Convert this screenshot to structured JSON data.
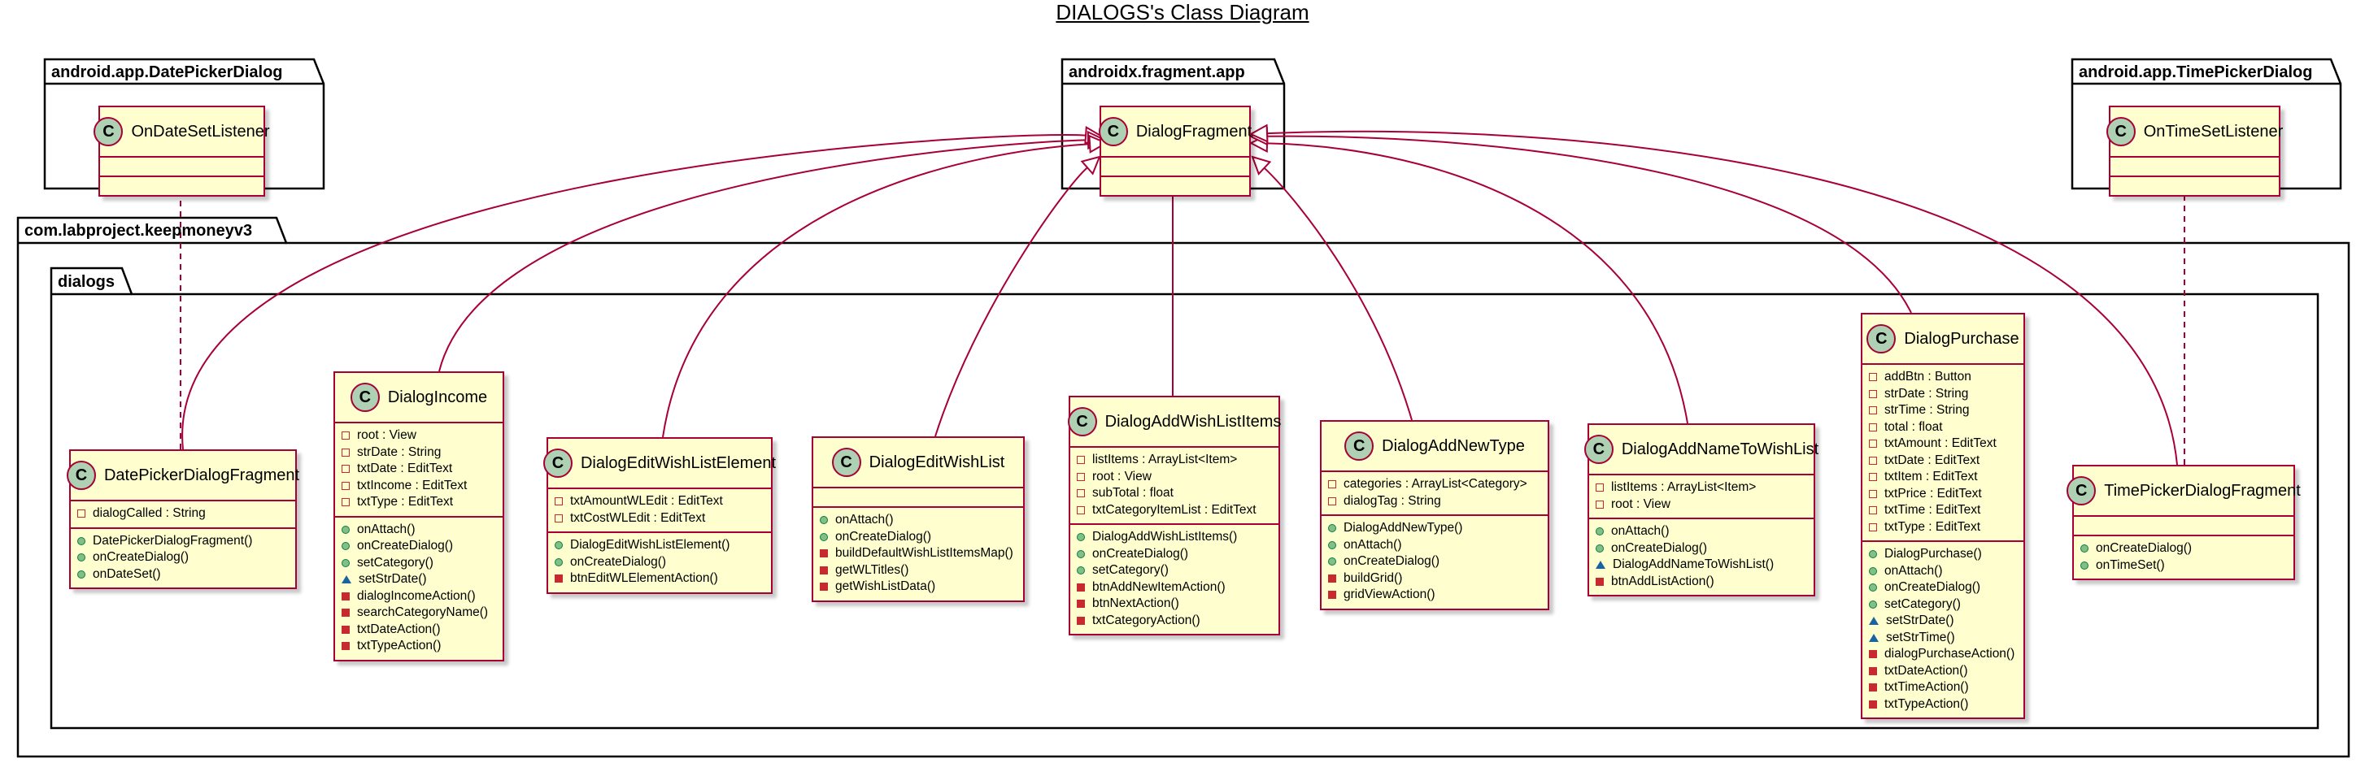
{
  "title": "DIALOGS's Class Diagram",
  "colors": {
    "class_fill": "#FEFECE",
    "class_border": "#A80036",
    "badge_fill": "#ADD1B2"
  },
  "packages": {
    "datepicker": "android.app.DatePickerDialog",
    "fragment": "androidx.fragment.app",
    "timepicker": "android.app.TimePickerDialog",
    "keepmoney": "com.labproject.keepmoneyv3",
    "dialogs": "dialogs"
  },
  "classes": [
    {
      "id": "OnDateSetListener",
      "badge": "C",
      "name": "OnDateSetListener",
      "fields": [],
      "methods": []
    },
    {
      "id": "DialogFragment",
      "badge": "C",
      "name": "DialogFragment",
      "fields": [],
      "methods": []
    },
    {
      "id": "OnTimeSetListener",
      "badge": "C",
      "name": "OnTimeSetListener",
      "fields": [],
      "methods": []
    },
    {
      "id": "DatePickerDialogFragment",
      "badge": "C",
      "name": "DatePickerDialogFragment",
      "fields": [
        {
          "vis": "private",
          "text": "dialogCalled : String"
        }
      ],
      "methods": [
        {
          "vis": "public-m",
          "text": "DatePickerDialogFragment()"
        },
        {
          "vis": "public-m",
          "text": "onCreateDialog()"
        },
        {
          "vis": "public-m",
          "text": "onDateSet()"
        }
      ]
    },
    {
      "id": "DialogIncome",
      "badge": "C",
      "name": "DialogIncome",
      "fields": [
        {
          "vis": "private",
          "text": "root : View"
        },
        {
          "vis": "private",
          "text": "strDate : String"
        },
        {
          "vis": "private",
          "text": "txtDate : EditText"
        },
        {
          "vis": "private",
          "text": "txtIncome : EditText"
        },
        {
          "vis": "private",
          "text": "txtType : EditText"
        }
      ],
      "methods": [
        {
          "vis": "public-m",
          "text": "onAttach()"
        },
        {
          "vis": "public-m",
          "text": "onCreateDialog()"
        },
        {
          "vis": "public-m",
          "text": "setCategory()"
        },
        {
          "vis": "package-m",
          "text": "setStrDate()"
        },
        {
          "vis": "private-m",
          "text": "dialogIncomeAction()"
        },
        {
          "vis": "private-m",
          "text": "searchCategoryName()"
        },
        {
          "vis": "private-m",
          "text": "txtDateAction()"
        },
        {
          "vis": "private-m",
          "text": "txtTypeAction()"
        }
      ]
    },
    {
      "id": "DialogEditWishListElement",
      "badge": "C",
      "name": "DialogEditWishListElement",
      "fields": [
        {
          "vis": "private",
          "text": "txtAmountWLEdit : EditText"
        },
        {
          "vis": "private",
          "text": "txtCostWLEdit : EditText"
        }
      ],
      "methods": [
        {
          "vis": "public-m",
          "text": "DialogEditWishListElement()"
        },
        {
          "vis": "public-m",
          "text": "onCreateDialog()"
        },
        {
          "vis": "private-m",
          "text": "btnEditWLElementAction()"
        }
      ]
    },
    {
      "id": "DialogEditWishList",
      "badge": "C",
      "name": "DialogEditWishList",
      "fields": [],
      "methods": [
        {
          "vis": "public-m",
          "text": "onAttach()"
        },
        {
          "vis": "public-m",
          "text": "onCreateDialog()"
        },
        {
          "vis": "private-m",
          "text": "buildDefaultWishListItemsMap()"
        },
        {
          "vis": "private-m",
          "text": "getWLTitles()"
        },
        {
          "vis": "private-m",
          "text": "getWishListData()"
        }
      ]
    },
    {
      "id": "DialogAddWishListItems",
      "badge": "C",
      "name": "DialogAddWishListItems",
      "fields": [
        {
          "vis": "private",
          "text": "listItems : ArrayList<Item>"
        },
        {
          "vis": "private",
          "text": "root : View"
        },
        {
          "vis": "private",
          "text": "subTotal : float"
        },
        {
          "vis": "private",
          "text": "txtCategoryItemList : EditText"
        }
      ],
      "methods": [
        {
          "vis": "public-m",
          "text": "DialogAddWishListItems()"
        },
        {
          "vis": "public-m",
          "text": "onCreateDialog()"
        },
        {
          "vis": "public-m",
          "text": "setCategory()"
        },
        {
          "vis": "private-m",
          "text": "btnAddNewItemAction()"
        },
        {
          "vis": "private-m",
          "text": "btnNextAction()"
        },
        {
          "vis": "private-m",
          "text": "txtCategoryAction()"
        }
      ]
    },
    {
      "id": "DialogAddNewType",
      "badge": "C",
      "name": "DialogAddNewType",
      "fields": [
        {
          "vis": "private",
          "text": "categories : ArrayList<Category>"
        },
        {
          "vis": "private",
          "text": "dialogTag : String"
        }
      ],
      "methods": [
        {
          "vis": "public-m",
          "text": "DialogAddNewType()"
        },
        {
          "vis": "public-m",
          "text": "onAttach()"
        },
        {
          "vis": "public-m",
          "text": "onCreateDialog()"
        },
        {
          "vis": "private-m",
          "text": "buildGrid()"
        },
        {
          "vis": "private-m",
          "text": "gridViewAction()"
        }
      ]
    },
    {
      "id": "DialogAddNameToWishList",
      "badge": "C",
      "name": "DialogAddNameToWishList",
      "fields": [
        {
          "vis": "private",
          "text": "listItems : ArrayList<Item>"
        },
        {
          "vis": "private",
          "text": "root : View"
        }
      ],
      "methods": [
        {
          "vis": "public-m",
          "text": "onAttach()"
        },
        {
          "vis": "public-m",
          "text": "onCreateDialog()"
        },
        {
          "vis": "package-m",
          "text": "DialogAddNameToWishList()"
        },
        {
          "vis": "private-m",
          "text": "btnAddListAction()"
        }
      ]
    },
    {
      "id": "DialogPurchase",
      "badge": "C",
      "name": "DialogPurchase",
      "fields": [
        {
          "vis": "private",
          "text": "addBtn : Button"
        },
        {
          "vis": "private",
          "text": "strDate : String"
        },
        {
          "vis": "private",
          "text": "strTime : String"
        },
        {
          "vis": "private",
          "text": "total : float"
        },
        {
          "vis": "private",
          "text": "txtAmount : EditText"
        },
        {
          "vis": "private",
          "text": "txtDate : EditText"
        },
        {
          "vis": "private",
          "text": "txtItem : EditText"
        },
        {
          "vis": "private",
          "text": "txtPrice : EditText"
        },
        {
          "vis": "private",
          "text": "txtTime : EditText"
        },
        {
          "vis": "private",
          "text": "txtType : EditText"
        }
      ],
      "methods": [
        {
          "vis": "public-m",
          "text": "DialogPurchase()"
        },
        {
          "vis": "public-m",
          "text": "onAttach()"
        },
        {
          "vis": "public-m",
          "text": "onCreateDialog()"
        },
        {
          "vis": "public-m",
          "text": "setCategory()"
        },
        {
          "vis": "package-m",
          "text": "setStrDate()"
        },
        {
          "vis": "package-m",
          "text": "setStrTime()"
        },
        {
          "vis": "private-m",
          "text": "dialogPurchaseAction()"
        },
        {
          "vis": "private-m",
          "text": "txtDateAction()"
        },
        {
          "vis": "private-m",
          "text": "txtTimeAction()"
        },
        {
          "vis": "private-m",
          "text": "txtTypeAction()"
        }
      ]
    },
    {
      "id": "TimePickerDialogFragment",
      "badge": "C",
      "name": "TimePickerDialogFragment",
      "fields": [],
      "methods": [
        {
          "vis": "public-m",
          "text": "onCreateDialog()"
        },
        {
          "vis": "public-m",
          "text": "onTimeSet()"
        }
      ]
    }
  ],
  "relations": [
    {
      "from": "DatePickerDialogFragment",
      "to": "DialogFragment",
      "kind": "extends"
    },
    {
      "from": "DialogIncome",
      "to": "DialogFragment",
      "kind": "extends"
    },
    {
      "from": "DialogEditWishListElement",
      "to": "DialogFragment",
      "kind": "extends"
    },
    {
      "from": "DialogEditWishList",
      "to": "DialogFragment",
      "kind": "extends"
    },
    {
      "from": "DialogAddWishListItems",
      "to": "DialogFragment",
      "kind": "extends"
    },
    {
      "from": "DialogAddNewType",
      "to": "DialogFragment",
      "kind": "extends"
    },
    {
      "from": "DialogAddNameToWishList",
      "to": "DialogFragment",
      "kind": "extends"
    },
    {
      "from": "DialogPurchase",
      "to": "DialogFragment",
      "kind": "extends"
    },
    {
      "from": "TimePickerDialogFragment",
      "to": "DialogFragment",
      "kind": "extends"
    },
    {
      "from": "DatePickerDialogFragment",
      "to": "OnDateSetListener",
      "kind": "implements"
    },
    {
      "from": "TimePickerDialogFragment",
      "to": "OnTimeSetListener",
      "kind": "implements"
    }
  ]
}
